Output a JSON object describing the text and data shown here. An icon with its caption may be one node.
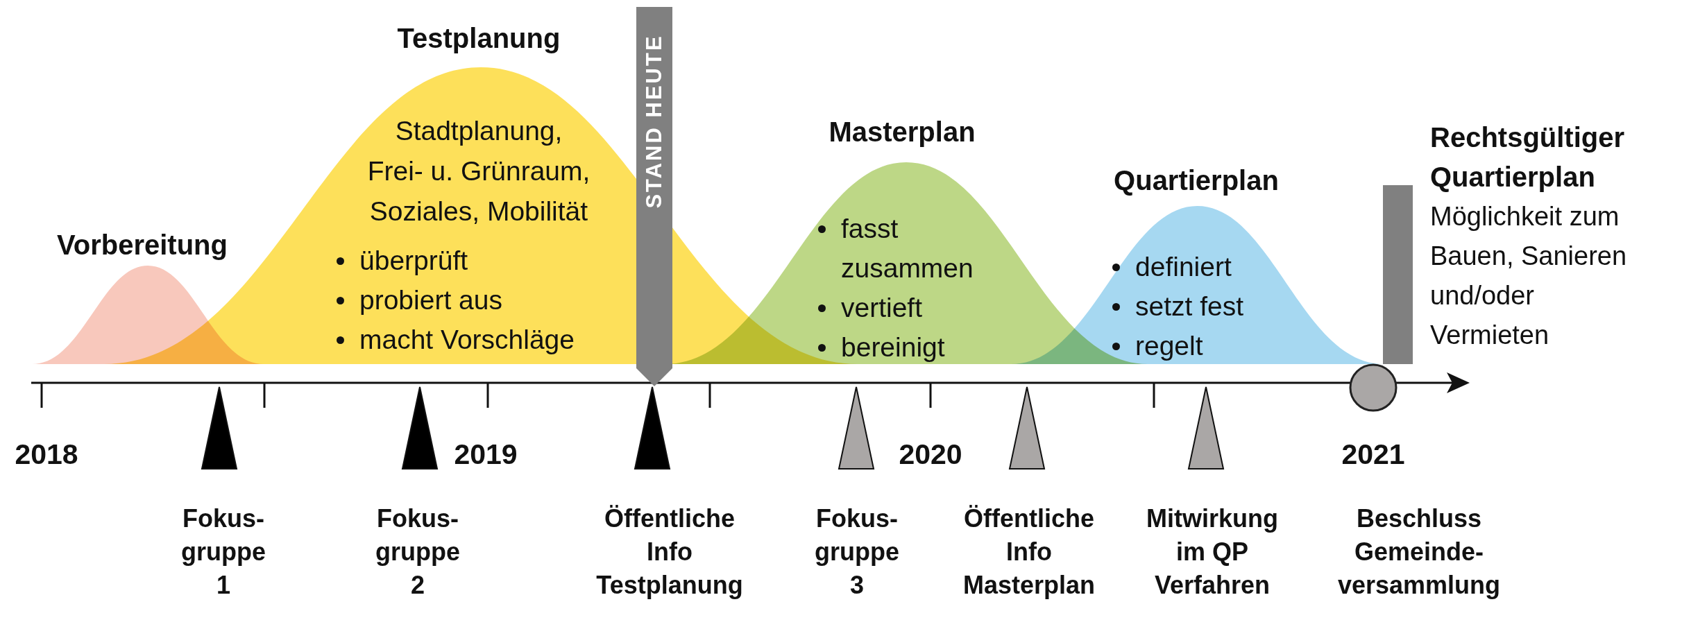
{
  "diagram": {
    "nodes": [
      {
        "text": [
          "Vorbereitung"
        ]
      },
      {
        "text": [
          "Testplanung",
          "Stadtplanung, Frei- u. Grünraum, Soziales, Mobilität",
          "überprüft",
          "probiert aus",
          "macht Vorschläge"
        ]
      },
      {
        "text": [
          "STAND HEUTE"
        ]
      },
      {
        "text": [
          "Masterplan",
          "fasst zusammen",
          "vertieft",
          "bereinigt"
        ]
      },
      {
        "text": [
          "Quartierplan",
          "definiert",
          "setzt fest",
          "regelt"
        ]
      },
      {
        "text": [
          "Rechtsgültiger Quartierplan",
          "Möglichkeit zum Bauen, Sanieren und/oder Vermieten"
        ]
      },
      {
        "text": [
          "Fokus- gruppe 1"
        ]
      },
      {
        "text": [
          "Fokus- gruppe 2"
        ]
      },
      {
        "text": [
          "Öffentliche Info Testplanung"
        ]
      },
      {
        "text": [
          "Fokus- gruppe 3"
        ]
      },
      {
        "text": [
          "Öffentliche Info Masterplan"
        ]
      },
      {
        "text": [
          "Mitwirkung im QP Verfahren"
        ]
      },
      {
        "text": [
          "Beschluss Gemeinde- versammlung"
        ]
      }
    ],
    "labels": [
      "2018",
      "2019",
      "2020",
      "2021"
    ]
  }
}
